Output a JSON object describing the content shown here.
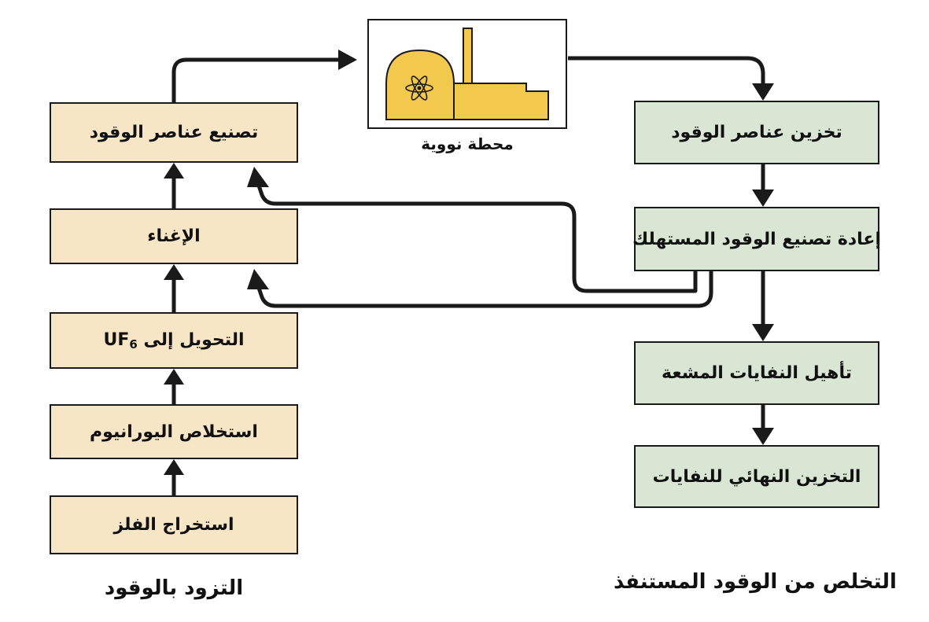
{
  "supply_chain": {
    "caption": "التزود بالوقود",
    "steps": {
      "fuel_element_fabrication": "تصنيع عناصر الوقود",
      "enrichment": "الإغناء",
      "conversion_prefix": "التحويل إلى ",
      "conversion_formula_main": "UF",
      "conversion_formula_sub": "6",
      "uranium_extraction": "استخلاص اليورانيوم",
      "ore_mining": "استخراج الفلز"
    }
  },
  "spent_fuel_chain": {
    "caption": "التخلص من الوقود المستنفذ",
    "steps": {
      "fuel_element_storage": "تخزين عناصر الوقود",
      "reprocessing": "إعادة تصنيع الوقود المستهلك",
      "waste_conditioning": "تأهيل النفايات المشعة",
      "final_disposal": "التخزين النهائي للنفايات"
    }
  },
  "nuclear_plant": {
    "label": "محطة نووية",
    "icon": "nuclear-plant-icon",
    "fill_color": "#f2c94c",
    "stroke_color": "#1a1a1a"
  },
  "colors": {
    "supply_box": "#f6e6c6",
    "spent_box": "#d9e6d3",
    "arrow": "#1a1a1a"
  }
}
